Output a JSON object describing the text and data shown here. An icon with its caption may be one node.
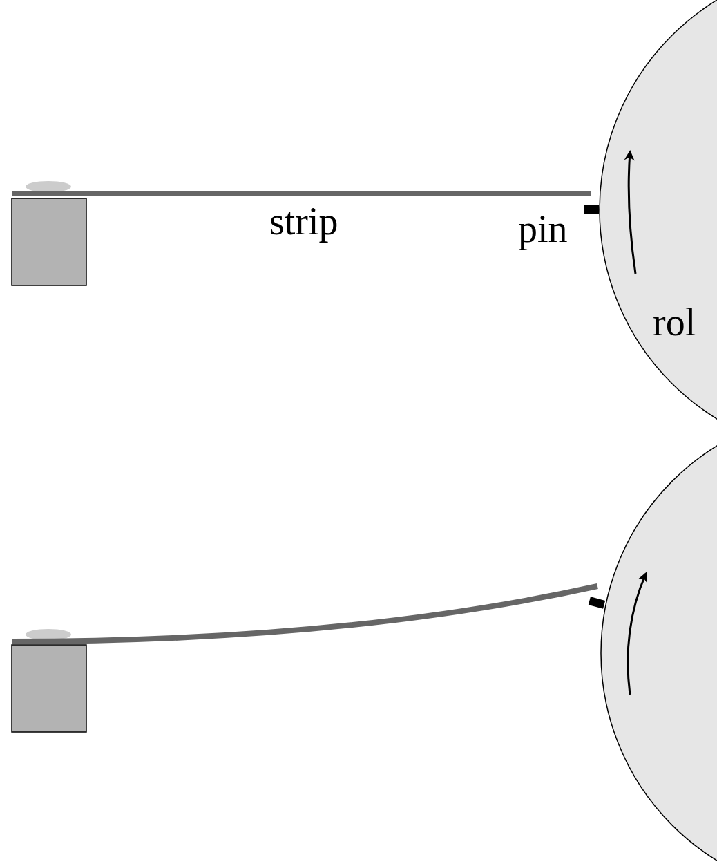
{
  "diagram": {
    "labels": [
      "strip",
      "pin",
      "rol"
    ]
  }
}
